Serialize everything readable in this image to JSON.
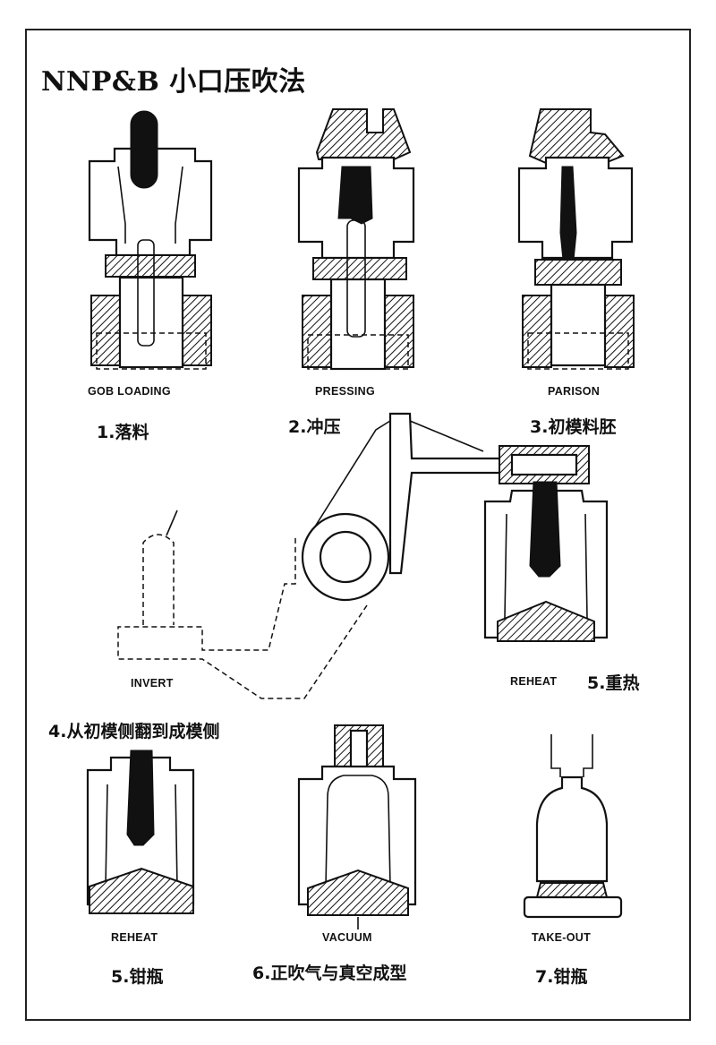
{
  "title": "NNP&B 小口压吹法",
  "steps": [
    {
      "caption": "GOB LOADING",
      "label": "1.落料"
    },
    {
      "caption": "PRESSING",
      "label": "2.冲压"
    },
    {
      "caption": "PARISON",
      "label": "3.初模料胚"
    },
    {
      "caption": "INVERT",
      "label": "4.从初模侧翻到成模侧"
    },
    {
      "caption": "REHEAT",
      "label": "5.重热"
    },
    {
      "caption": "REHEAT",
      "label": "5.钳瓶"
    },
    {
      "caption": "VACUUM",
      "label": "6.正吹气与真空成型"
    },
    {
      "caption": "TAKE-OUT",
      "label": "7.钳瓶"
    }
  ]
}
